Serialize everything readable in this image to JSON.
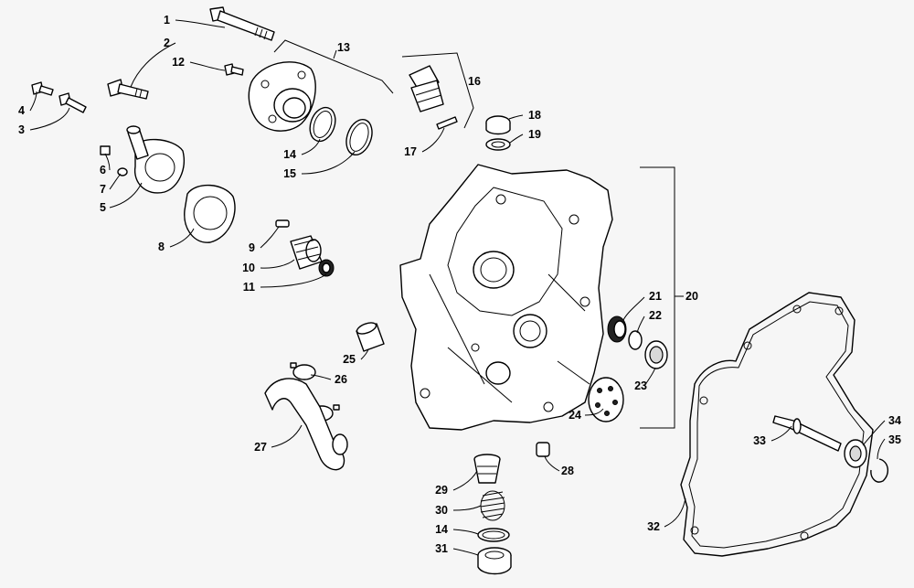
{
  "callouts": {
    "c1": "1",
    "c2": "2",
    "c3": "3",
    "c4": "4",
    "c5": "5",
    "c6": "6",
    "c7": "7",
    "c8": "8",
    "c9": "9",
    "c10": "10",
    "c11": "11",
    "c12": "12",
    "c13": "13",
    "c14a": "14",
    "c14b": "14",
    "c15": "15",
    "c16": "16",
    "c17": "17",
    "c18": "18",
    "c19": "19",
    "c20": "20",
    "c21": "21",
    "c22": "22",
    "c23": "23",
    "c24": "24",
    "c25": "25",
    "c26": "26",
    "c27": "27",
    "c28": "28",
    "c29": "29",
    "c30": "30",
    "c31": "31",
    "c32": "32",
    "c33": "33",
    "c34": "34",
    "c35": "35"
  }
}
